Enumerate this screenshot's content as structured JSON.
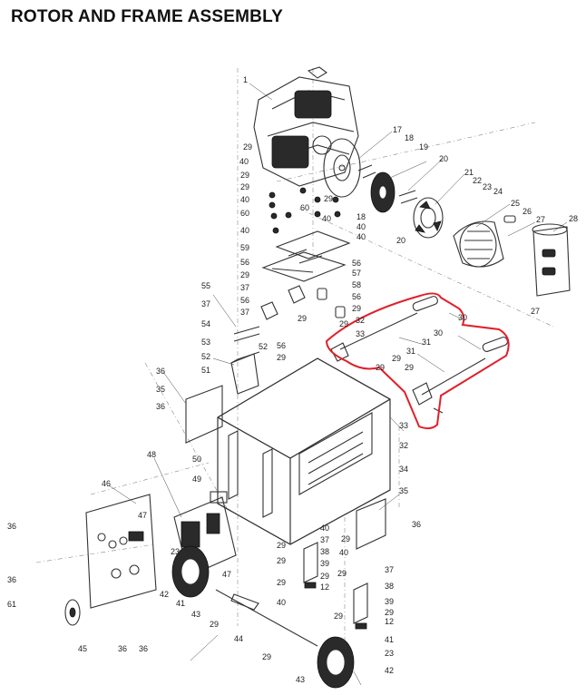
{
  "title": "ROTOR AND FRAME ASSEMBLY",
  "colors": {
    "highlight": "#e0202a",
    "ink": "#222222"
  },
  "callouts": [
    {
      "id": "c1",
      "text": "1"
    },
    {
      "id": "c2",
      "text": "17"
    },
    {
      "id": "c3",
      "text": "18"
    },
    {
      "id": "c4",
      "text": "19"
    },
    {
      "id": "c5",
      "text": "20"
    },
    {
      "id": "c6",
      "text": "21"
    },
    {
      "id": "c7",
      "text": "22"
    },
    {
      "id": "c8",
      "text": "23"
    },
    {
      "id": "c9",
      "text": "24"
    },
    {
      "id": "c10",
      "text": "25"
    },
    {
      "id": "c11",
      "text": "26"
    },
    {
      "id": "c12",
      "text": "27"
    },
    {
      "id": "c13",
      "text": "28"
    },
    {
      "id": "c14",
      "text": "27"
    },
    {
      "id": "c15",
      "text": "20"
    },
    {
      "id": "c16",
      "text": "29"
    },
    {
      "id": "c17",
      "text": "40"
    },
    {
      "id": "c18",
      "text": "29"
    },
    {
      "id": "c19",
      "text": "29"
    },
    {
      "id": "c20",
      "text": "40"
    },
    {
      "id": "c21",
      "text": "60"
    },
    {
      "id": "c22",
      "text": "40"
    },
    {
      "id": "c23",
      "text": "60"
    },
    {
      "id": "c24",
      "text": "29"
    },
    {
      "id": "c25",
      "text": "40"
    },
    {
      "id": "c26",
      "text": "18"
    },
    {
      "id": "c27",
      "text": "40"
    },
    {
      "id": "c28",
      "text": "40"
    },
    {
      "id": "c29",
      "text": "59"
    },
    {
      "id": "c30",
      "text": "56"
    },
    {
      "id": "c31",
      "text": "29"
    },
    {
      "id": "c32",
      "text": "57"
    },
    {
      "id": "c33",
      "text": "56"
    },
    {
      "id": "c34",
      "text": "58"
    },
    {
      "id": "c35",
      "text": "37"
    },
    {
      "id": "c36",
      "text": "56"
    },
    {
      "id": "c37",
      "text": "29"
    },
    {
      "id": "c38",
      "text": "55"
    },
    {
      "id": "c39",
      "text": "37"
    },
    {
      "id": "c40",
      "text": "56"
    },
    {
      "id": "c41",
      "text": "37"
    },
    {
      "id": "c42",
      "text": "29"
    },
    {
      "id": "c43",
      "text": "54"
    },
    {
      "id": "c44",
      "text": "52"
    },
    {
      "id": "c45",
      "text": "53"
    },
    {
      "id": "c46",
      "text": "52"
    },
    {
      "id": "c47",
      "text": "51"
    },
    {
      "id": "c48",
      "text": "56"
    },
    {
      "id": "c49",
      "text": "29"
    },
    {
      "id": "c50",
      "text": "32"
    },
    {
      "id": "c51",
      "text": "33"
    },
    {
      "id": "c52",
      "text": "29"
    },
    {
      "id": "c53",
      "text": "29"
    },
    {
      "id": "c54",
      "text": "30"
    },
    {
      "id": "c55",
      "text": "30"
    },
    {
      "id": "c56",
      "text": "31"
    },
    {
      "id": "c57",
      "text": "31"
    },
    {
      "id": "c58",
      "text": "29"
    },
    {
      "id": "c59",
      "text": "29"
    },
    {
      "id": "c60",
      "text": "33"
    },
    {
      "id": "c61",
      "text": "32"
    },
    {
      "id": "c62",
      "text": "34"
    },
    {
      "id": "c63",
      "text": "36"
    },
    {
      "id": "c64",
      "text": "35"
    },
    {
      "id": "c65",
      "text": "36"
    },
    {
      "id": "c66",
      "text": "48"
    },
    {
      "id": "c67",
      "text": "50"
    },
    {
      "id": "c68",
      "text": "49"
    },
    {
      "id": "c69",
      "text": "46"
    },
    {
      "id": "c70",
      "text": "47"
    },
    {
      "id": "c71",
      "text": "36"
    },
    {
      "id": "c72",
      "text": "36"
    },
    {
      "id": "c73",
      "text": "61"
    },
    {
      "id": "c74",
      "text": "45"
    },
    {
      "id": "c75",
      "text": "36"
    },
    {
      "id": "c76",
      "text": "36"
    },
    {
      "id": "c77",
      "text": "42"
    },
    {
      "id": "c78",
      "text": "41"
    },
    {
      "id": "c79",
      "text": "43"
    },
    {
      "id": "c80",
      "text": "23"
    },
    {
      "id": "c81",
      "text": "47"
    },
    {
      "id": "c82",
      "text": "29"
    },
    {
      "id": "c83",
      "text": "44"
    },
    {
      "id": "c84",
      "text": "29"
    },
    {
      "id": "c85",
      "text": "43"
    },
    {
      "id": "c86",
      "text": "41"
    },
    {
      "id": "c87",
      "text": "23"
    },
    {
      "id": "c88",
      "text": "42"
    },
    {
      "id": "c89",
      "text": "35"
    },
    {
      "id": "c90",
      "text": "36"
    },
    {
      "id": "c91",
      "text": "40"
    },
    {
      "id": "c92",
      "text": "37"
    },
    {
      "id": "c93",
      "text": "38"
    },
    {
      "id": "c94",
      "text": "39"
    },
    {
      "id": "c95",
      "text": "29"
    },
    {
      "id": "c96",
      "text": "12"
    },
    {
      "id": "c97",
      "text": "29"
    },
    {
      "id": "c98",
      "text": "29"
    },
    {
      "id": "c99",
      "text": "29"
    },
    {
      "id": "c100",
      "text": "40"
    },
    {
      "id": "c101",
      "text": "29"
    },
    {
      "id": "c102",
      "text": "40"
    },
    {
      "id": "c103",
      "text": "37"
    },
    {
      "id": "c104",
      "text": "38"
    },
    {
      "id": "c105",
      "text": "39"
    },
    {
      "id": "c106",
      "text": "29"
    },
    {
      "id": "c107",
      "text": "12"
    },
    {
      "id": "c108",
      "text": "29"
    },
    {
      "id": "c109",
      "text": "29"
    }
  ]
}
